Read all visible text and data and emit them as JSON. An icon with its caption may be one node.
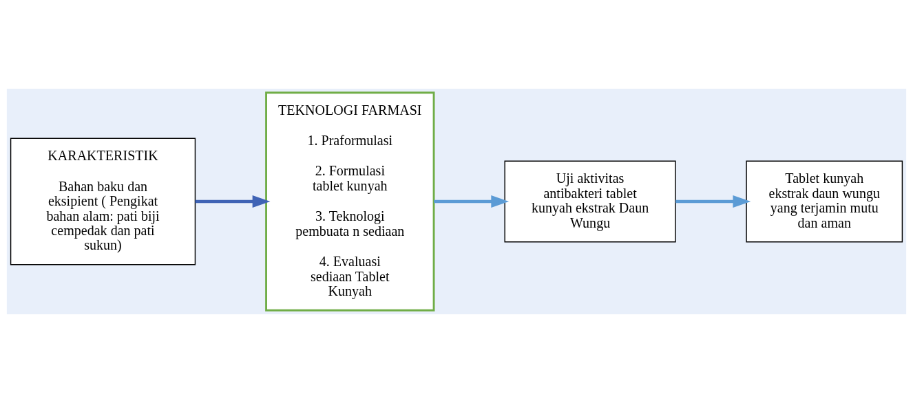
{
  "diagram": {
    "nodes": [
      {
        "text": [
          "KARAKTERISTIK",
          "Bahan baku dan eksipient ( Pengikat bahan alam: pati biji cempedak dan pati sukun)"
        ]
      },
      {
        "text": [
          "TEKNOLOGI FARMASI",
          "1. Praformulasi",
          "2. Formulasi tablet kunyah",
          "3. Teknologi pembuata n sediaan",
          "4. Evaluasi sediaan Tablet Kunyah"
        ]
      },
      {
        "text": [
          "Uji aktivitas antibakteri tablet kunyah ekstrak Daun Wungu"
        ]
      },
      {
        "text": [
          "Tablet kunyah ekstrak daun wungu yang terjamin mutu dan aman"
        ]
      }
    ],
    "edges": [
      {
        "from": 0,
        "to": 1,
        "arrow": "to",
        "color": "#3f63b5"
      },
      {
        "from": 1,
        "to": 2,
        "arrow": "to"
      },
      {
        "from": 2,
        "to": 3,
        "arrow": "to"
      }
    ]
  }
}
